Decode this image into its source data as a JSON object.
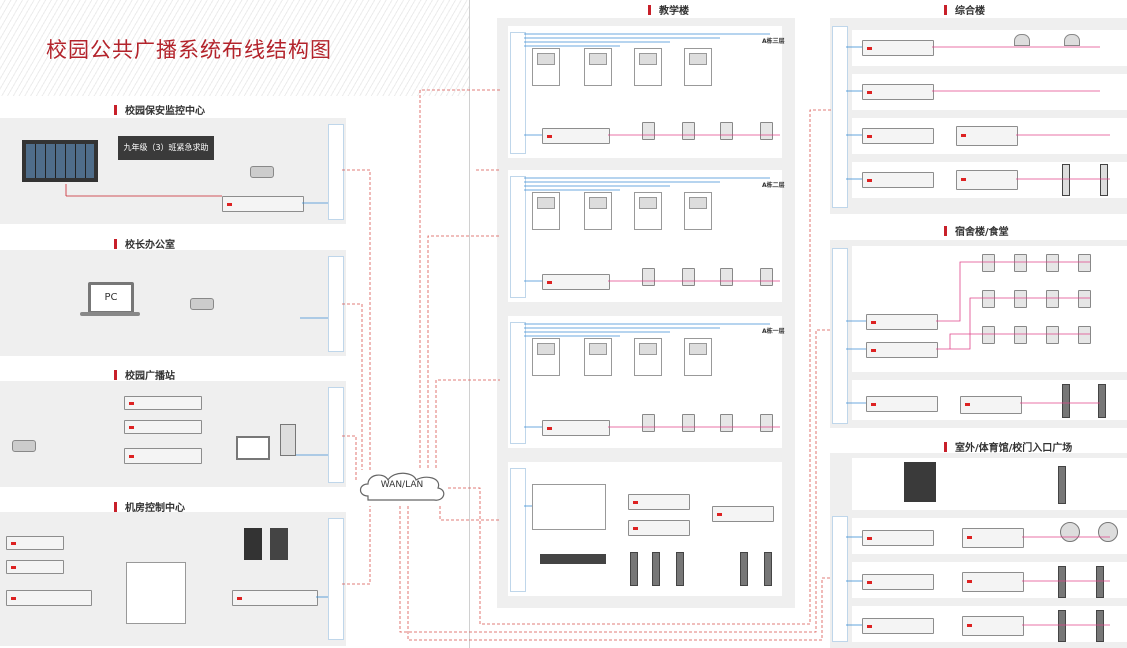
{
  "title": "校园公共广播系统布线结构图",
  "sections": {
    "security": "校园保安监控中心",
    "principal": "校长办公室",
    "broadcast": "校园广播站",
    "machine_room": "机房控制中心",
    "teaching": "教学楼",
    "complex": "综合楼",
    "dorm": "宿舍楼/食堂",
    "outdoor": "室外/体育馆/校门入口广场"
  },
  "network": {
    "wan": "WAN/LAN"
  },
  "security_panel": {
    "alarm_text": "九年级（3）班紧急求助",
    "pc_text": "PC"
  },
  "teaching_blocks": [
    {
      "floor": "A栋三层"
    },
    {
      "floor": "A栋二层"
    },
    {
      "floor": "A栋一层"
    }
  ],
  "colors": {
    "accent": "#c8202a",
    "dashed": "#d9534f",
    "blue": "#3b8ed4",
    "pink": "#e0458a",
    "panel": "#efefef"
  }
}
